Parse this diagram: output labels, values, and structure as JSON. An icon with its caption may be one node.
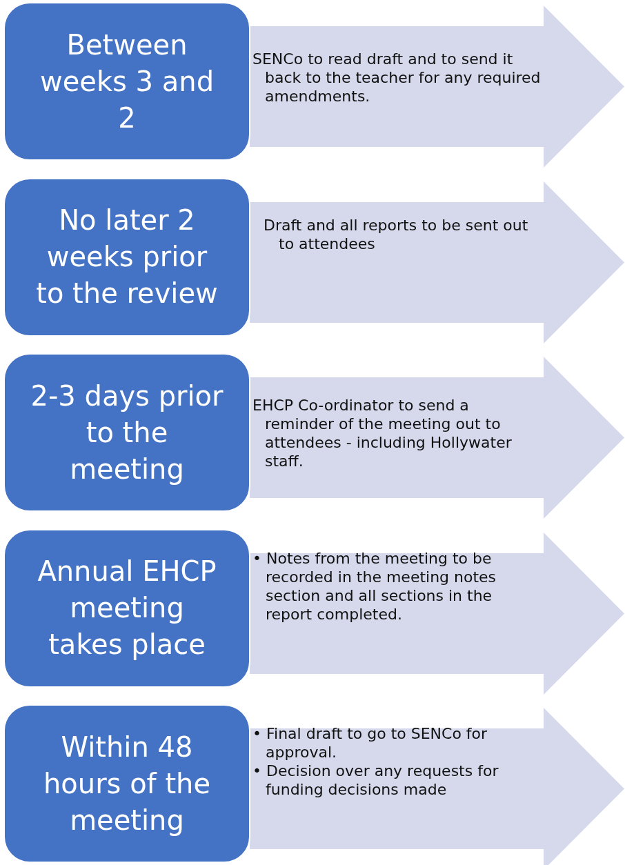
{
  "diagram": {
    "nodes": [
      {
        "text": [
          "Between weeks 3 and 2"
        ]
      },
      {
        "text": [
          "SENCo to read draft and to send it back to the teacher for any required amendments."
        ]
      },
      {
        "text": [
          "No later 2 weeks prior to the review"
        ]
      },
      {
        "text": [
          "Draft and all reports to be sent out to attendees"
        ]
      },
      {
        "text": [
          "2-3 days prior to the meeting"
        ]
      },
      {
        "text": [
          "EHCP Co-ordinator to send a reminder of the meeting out to attendees - including Hollywater staff."
        ]
      },
      {
        "text": [
          "Annual EHCP meeting takes place"
        ]
      },
      {
        "text": [
          "• Notes from the meeting to be recorded in the meeting notes section and all sections in the report completed."
        ]
      },
      {
        "text": [
          "Within 48 hours of the meeting"
        ]
      },
      {
        "text": [
          "• Final draft to go to SENCo for approval.",
          "• Decision over any requests for funding decisions made"
        ]
      }
    ]
  }
}
